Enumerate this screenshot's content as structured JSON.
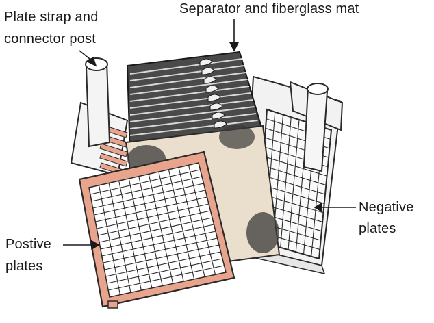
{
  "labels": {
    "plate_strap_line1": "Plate strap and",
    "plate_strap_line2": "connector post",
    "separator": "Separator and fiberglass mat",
    "negative_line1": "Negative",
    "negative_line2": "plates",
    "positive_line1": "Postive",
    "positive_line2": "plates"
  },
  "colors": {
    "positive_plate": "#e8a48c",
    "positive_grid": "#ffffff",
    "negative_plate": "#f2f2f2",
    "separator_face": "#e9dfcc",
    "separator_top": "#555555",
    "line": "#2a2a2a",
    "background": "#ffffff"
  }
}
